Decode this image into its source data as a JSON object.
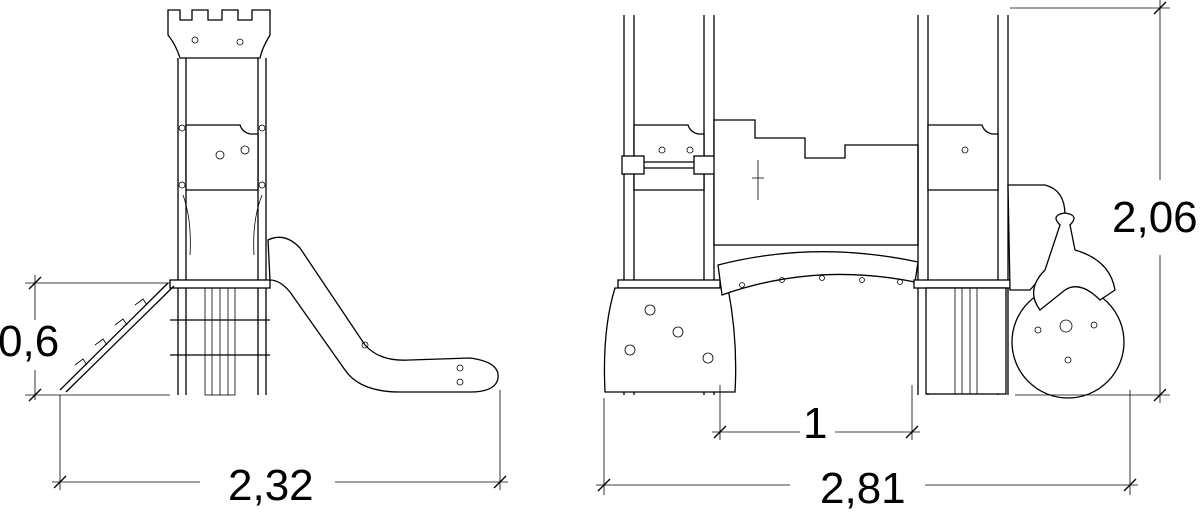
{
  "drawing": {
    "side_view": {
      "dimensions": {
        "platform_height": "0,6",
        "total_width": "2,32"
      }
    },
    "front_view": {
      "dimensions": {
        "bridge_length": "1",
        "total_width": "2,81",
        "total_height": "2,06"
      }
    }
  }
}
